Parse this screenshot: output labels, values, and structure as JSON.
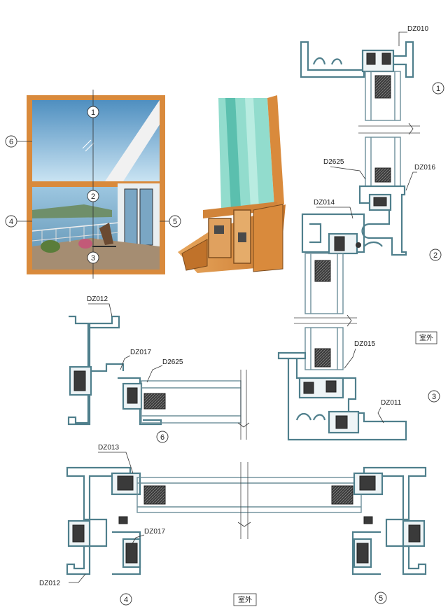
{
  "callouts": {
    "c1": "1",
    "c2": "2",
    "c3": "3",
    "c4": "4",
    "c5": "5",
    "c6": "6"
  },
  "labels": {
    "dz010": "DZ010",
    "d2625_top": "D2625",
    "dz016": "DZ016",
    "dz014": "DZ014",
    "dz015": "DZ015",
    "dz011": "DZ011",
    "dz012_mid": "DZ012",
    "dz017_mid": "DZ017",
    "d2625_mid": "D2625",
    "dz013": "DZ013",
    "dz017_bot": "DZ017",
    "dz012_bot": "DZ012"
  },
  "notes": {
    "outdoor_right": "室外",
    "outdoor_bottom": "室外"
  },
  "colors": {
    "frame_wood": "#d98a3c",
    "profile_stroke": "#4f7f8c",
    "glass_green": "#7fd6c4"
  }
}
